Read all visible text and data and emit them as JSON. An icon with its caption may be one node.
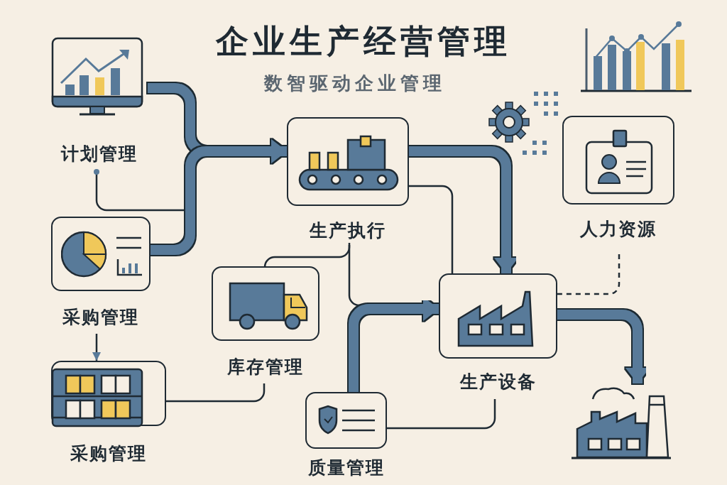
{
  "diagram": {
    "title": "企业生产经营管理",
    "nodes": [
      {
        "text": [
          "计划管理"
        ]
      },
      {
        "text": [
          "采购管理"
        ]
      },
      {
        "text": [
          "采购管理"
        ]
      },
      {
        "text": [
          "生产执行"
        ]
      },
      {
        "text": [
          "库存管理"
        ]
      },
      {
        "text": [
          "人力资源"
        ]
      },
      {
        "text": [
          "生产设备"
        ]
      },
      {
        "text": [
          "质量管理"
        ]
      },
      {
        "text": [],
        "shape": "picture"
      }
    ],
    "edges": [
      {
        "from": 0,
        "to": 3,
        "arrow": "to",
        "style": "thick",
        "color": "#587a99"
      },
      {
        "from": 1,
        "to": 3,
        "arrow": "to",
        "style": "thick",
        "color": "#587a99"
      },
      {
        "from": 3,
        "to": 6,
        "arrow": "to",
        "style": "thick",
        "color": "#587a99"
      },
      {
        "from": 7,
        "to": 6,
        "arrow": "to",
        "style": "thick",
        "color": "#587a99"
      },
      {
        "from": 6,
        "to": 8,
        "arrow": "to",
        "style": "thick",
        "color": "#587a99"
      },
      {
        "from": 0,
        "to": null,
        "arrow": "other"
      },
      {
        "from": 1,
        "to": 2,
        "arrow": "to"
      },
      {
        "from": 2,
        "to": 4,
        "arrow": "none"
      },
      {
        "from": 4,
        "to": 3,
        "arrow": "none"
      },
      {
        "from": 3,
        "to": 6,
        "arrow": "none"
      },
      {
        "from": 3,
        "to": 6,
        "arrow": "none"
      },
      {
        "from": 5,
        "to": 6,
        "arrow": "none",
        "style": "dashed"
      },
      {
        "from": 7,
        "to": 6,
        "arrow": "none"
      }
    ],
    "labels": [
      "数智驱动企业管理"
    ]
  }
}
